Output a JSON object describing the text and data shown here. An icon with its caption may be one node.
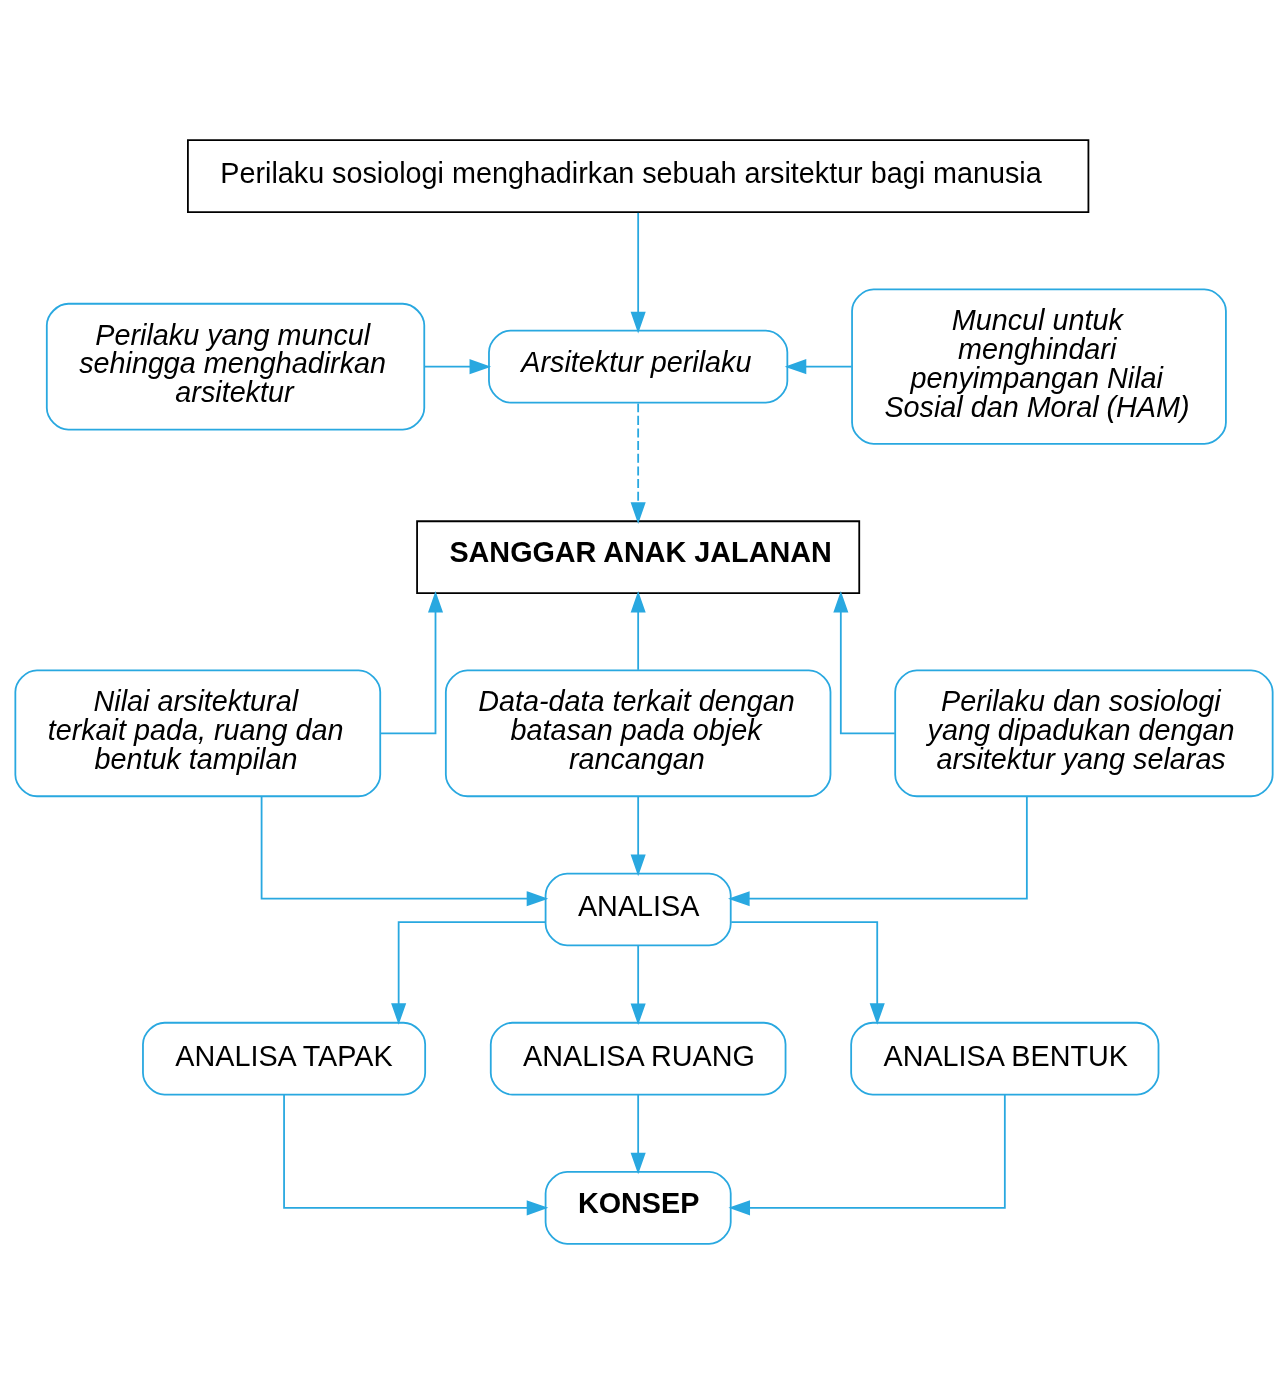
{
  "diagram": {
    "nodes": [
      {
        "text": [
          "Perilaku sosiologi menghadirkan sebuah arsitektur bagi manusia"
        ]
      },
      {
        "text": [
          "Perilaku yang muncul sehingga menghadirkan arsitektur"
        ]
      },
      {
        "text": [
          "Arsitektur perilaku"
        ]
      },
      {
        "text": [
          "Muncul untuk menghindari penyimpangan Nilai Sosial dan Moral (HAM)"
        ]
      },
      {
        "text": [
          "SANGGAR ANAK JALANAN"
        ]
      },
      {
        "text": [
          "Nilai arsitektural terkait pada, ruang dan bentuk tampilan"
        ]
      },
      {
        "text": [
          "Data-data terkait dengan batasan pada objek rancangan"
        ]
      },
      {
        "text": [
          "Perilaku dan sosiologi yang dipadukan dengan arsitektur yang selaras"
        ]
      },
      {
        "text": [
          "ANALISA"
        ]
      },
      {
        "text": [
          "ANALISA TAPAK"
        ]
      },
      {
        "text": [
          "ANALISA RUANG"
        ]
      },
      {
        "text": [
          "ANALISA BENTUK"
        ]
      },
      {
        "text": [
          "KONSEP"
        ]
      }
    ],
    "edges": [
      {
        "from": 0,
        "to": 2,
        "arrow": "to"
      },
      {
        "from": 1,
        "to": 2,
        "arrow": "to"
      },
      {
        "from": 3,
        "to": 2,
        "arrow": "to"
      },
      {
        "from": 2,
        "to": 4,
        "arrow": "to",
        "style": "dashed"
      },
      {
        "from": 5,
        "to": 4,
        "arrow": "to"
      },
      {
        "from": 6,
        "to": 4,
        "arrow": "to"
      },
      {
        "from": 7,
        "to": 4,
        "arrow": "to"
      },
      {
        "from": 5,
        "to": 8,
        "arrow": "to"
      },
      {
        "from": 6,
        "to": 8,
        "arrow": "to"
      },
      {
        "from": 7,
        "to": 8,
        "arrow": "to"
      },
      {
        "from": 8,
        "to": 9,
        "arrow": "to"
      },
      {
        "from": 8,
        "to": 10,
        "arrow": "to"
      },
      {
        "from": 8,
        "to": 11,
        "arrow": "to"
      },
      {
        "from": 9,
        "to": 12,
        "arrow": "to"
      },
      {
        "from": 10,
        "to": 12,
        "arrow": "to"
      },
      {
        "from": 11,
        "to": 12,
        "arrow": "to"
      }
    ]
  }
}
